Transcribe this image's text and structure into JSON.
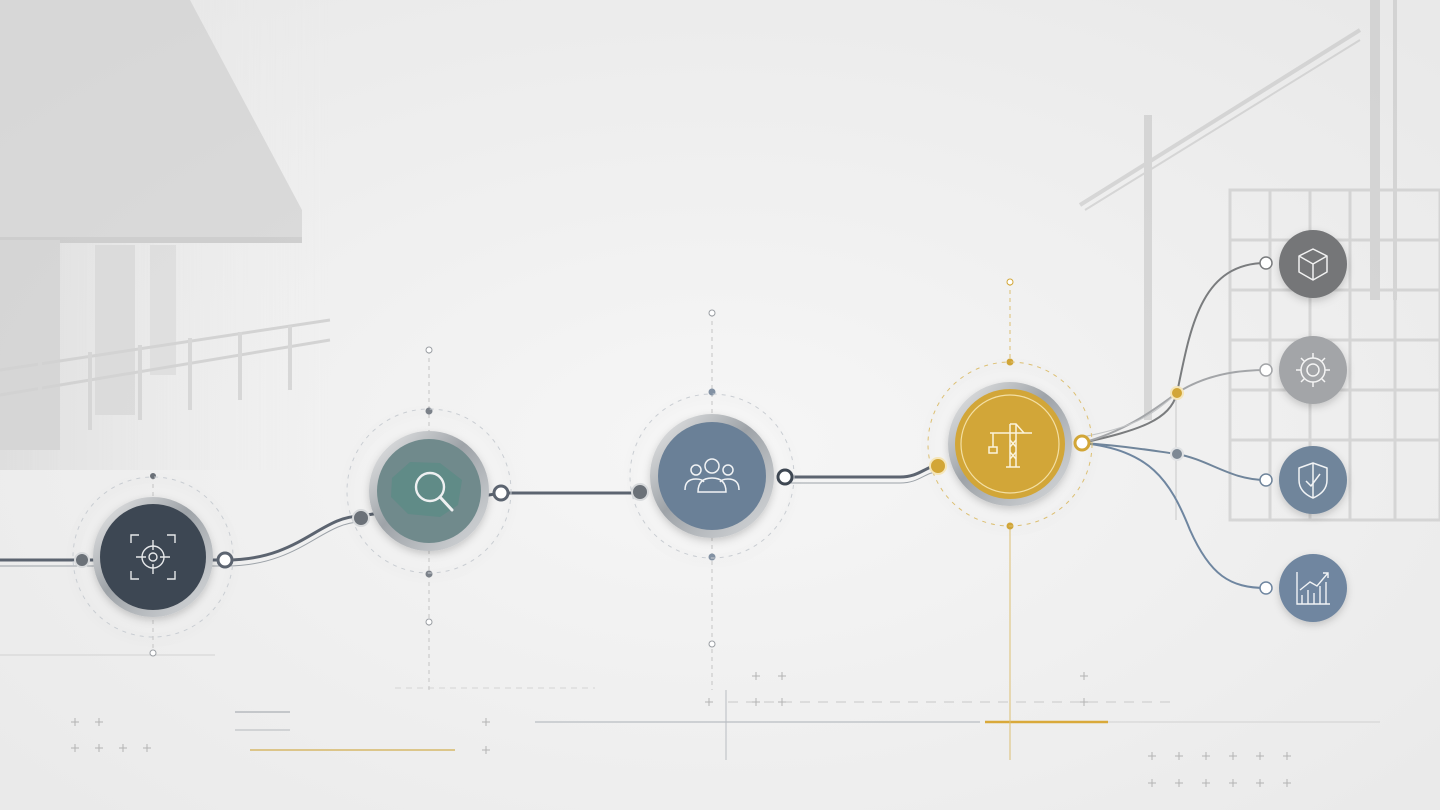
{
  "colors": {
    "background": "#f1f1f1",
    "line": "#5c6470",
    "dark": "#3e4752",
    "teal": "#6f8a8c",
    "slate": "#6b8097",
    "gold": "#d2a637",
    "branch_gray": "#747678",
    "branch_light": "#a3a5a8",
    "branch_slate": "#70859b",
    "branch_blue": "#6f86a0",
    "ring": "#b7bcc2"
  },
  "nodes": [
    {
      "id": "target",
      "icon": "target-crosshair-icon",
      "color": "#3e4752"
    },
    {
      "id": "search",
      "icon": "map-search-icon",
      "color": "#6f8a8c"
    },
    {
      "id": "team",
      "icon": "people-group-icon",
      "color": "#6b8097"
    },
    {
      "id": "crane",
      "icon": "tower-crane-icon",
      "color": "#d2a637"
    }
  ],
  "branches": [
    {
      "id": "box",
      "icon": "cube-icon",
      "color": "#747678"
    },
    {
      "id": "gear",
      "icon": "gear-icon",
      "color": "#a3a5a8"
    },
    {
      "id": "shield",
      "icon": "shield-icon",
      "color": "#70859b"
    },
    {
      "id": "chart",
      "icon": "growth-chart-icon",
      "color": "#6f86a0"
    }
  ]
}
